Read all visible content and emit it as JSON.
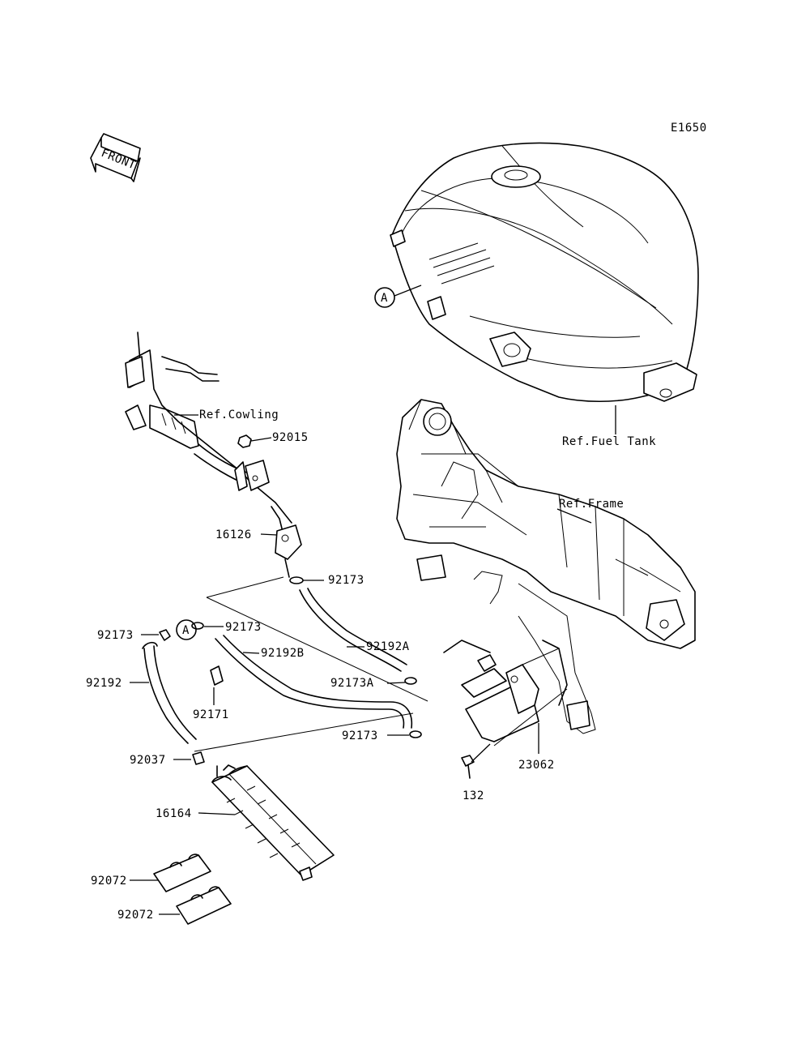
{
  "diagram_code": "E1650",
  "front_label": "FRONT",
  "ref_marker": "A",
  "refs": {
    "cowling": "Ref.Cowling",
    "fuel_tank": "Ref.Fuel Tank",
    "frame": "Ref.Frame"
  },
  "parts": {
    "p92015": "92015",
    "p16126": "16126",
    "p92173_a": "92173",
    "p92173_b": "92173",
    "p92173_c": "92173",
    "p92173_d": "92173",
    "p92192A": "92192A",
    "p92192B": "92192B",
    "p92192": "92192",
    "p92171": "92171",
    "p92173A": "92173A",
    "p92037": "92037",
    "p16164": "16164",
    "p92072_a": "92072",
    "p92072_b": "92072",
    "p23062": "23062",
    "p132": "132"
  }
}
